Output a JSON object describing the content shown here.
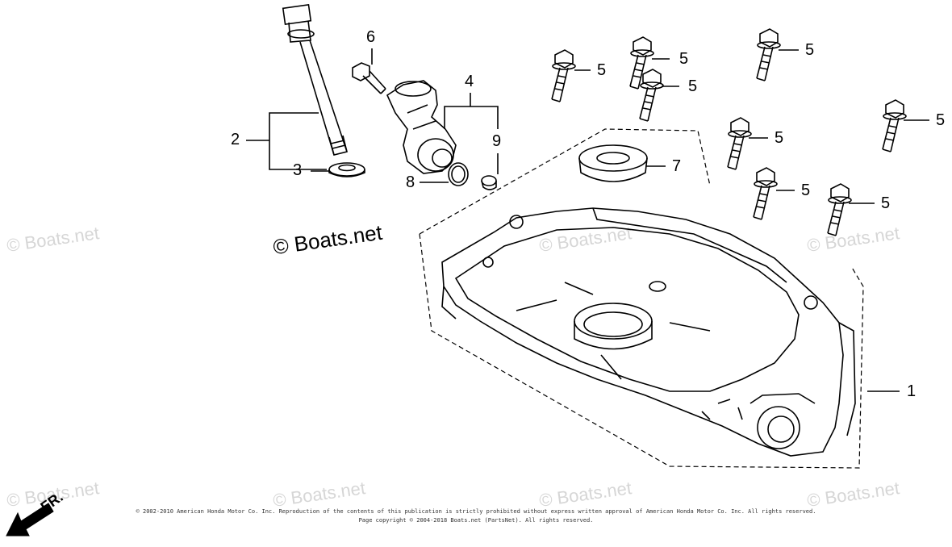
{
  "watermarks": {
    "main": "© Boats.net",
    "tiled": "© Boats.net"
  },
  "callouts": {
    "part_1": "1",
    "part_2": "2",
    "part_3": "3",
    "part_4": "4",
    "part_5": "5",
    "part_6": "6",
    "part_7": "7",
    "part_8": "8",
    "part_9": "9"
  },
  "direction": {
    "label": "FR."
  },
  "footer": {
    "line1": "© 2002-2010 American Honda Motor Co. Inc. Reproduction of the contents of this publication is strictly prohibited without express written approval of American Honda Motor Co. Inc. All rights reserved.",
    "line2": "Page copyright © 2004-2018 Boats.net (PartsNet). All rights reserved."
  },
  "colors": {
    "line": "#000000",
    "watermark": "#d6d6d6",
    "background": "#ffffff"
  }
}
